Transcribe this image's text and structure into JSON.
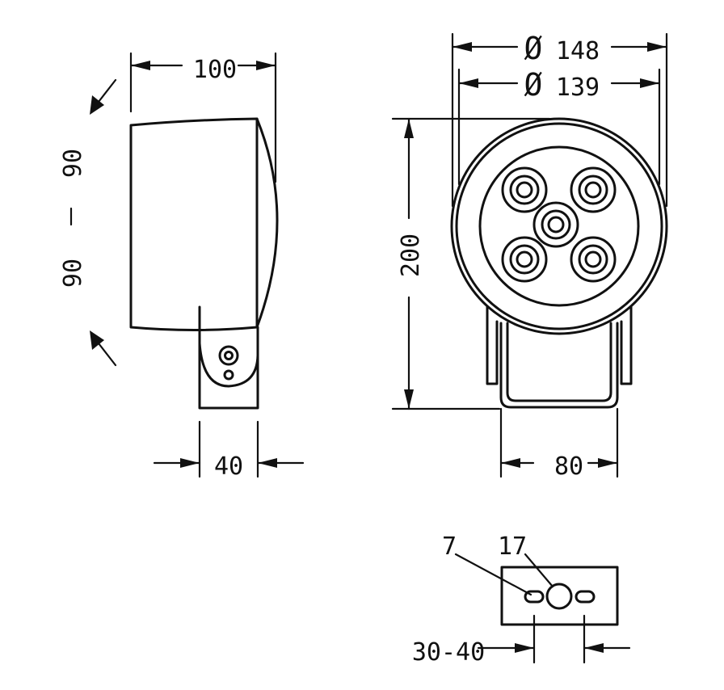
{
  "dimensions": {
    "side_width": "100",
    "tilt_up": "90",
    "tilt_down": "90",
    "bracket_width": "40",
    "outer_diameter": "148",
    "inner_diameter": "139",
    "height": "200",
    "bracket_span": "80",
    "slot_width": "7",
    "hole_diameter": "17",
    "slot_spacing": "30-40"
  },
  "symbols": {
    "diameter": "Ø"
  },
  "colors": {
    "line": "#111111",
    "background": "#ffffff"
  }
}
